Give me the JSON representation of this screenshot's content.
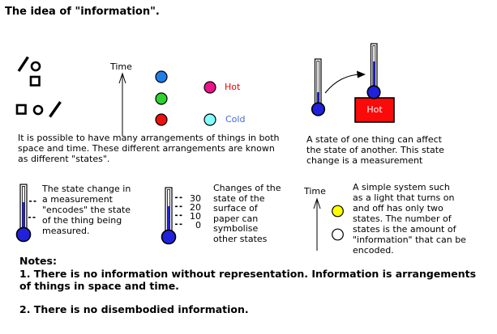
{
  "title": "The idea of \"information\".",
  "colors": {
    "state_blue": "#1E7FE8",
    "state_green": "#2ED22E",
    "state_red": "#EE0F0F",
    "hot_magenta": "#EE1289",
    "cold_cyan": "#84FFFF",
    "light_yellow": "#FFFF00",
    "light_white": "#FFFFFF",
    "thermo_blue": "#2121DC",
    "box_red": "#FB0A0A",
    "hot_text": "#EE0000",
    "cold_text": "#4169E1"
  },
  "labels": {
    "time_top": "Time",
    "time_bottom": "Time",
    "hot": "Hot",
    "cold": "Cold",
    "hot_box": "Hot"
  },
  "scale_ticks": [
    "30",
    "20",
    "10",
    "0"
  ],
  "captions": {
    "states": [
      "It is possible to have many arrangements of things in both",
      "space and time. These different arrangements are known",
      "as different \"states\"."
    ],
    "measurement": [
      "A state of one thing can affect",
      "the state of another. This state",
      "change is a measurement"
    ],
    "encode": [
      "The state change in",
      "a measurement",
      "\"encodes\" the state",
      "of the thing being",
      "measured."
    ],
    "paper": [
      "Changes of the",
      "state of the",
      "surface of",
      "paper can",
      "symbolise",
      "other states"
    ],
    "binary": [
      "A simple system such",
      "as a light that turns on",
      "and off has only two",
      "states. The number of",
      "states is the amount of",
      "\"information\" that can be",
      "encoded."
    ]
  },
  "notes": {
    "heading": "Notes:",
    "line1": "1. There is no information without representation. Information is arrangements",
    "line2": "of things in space and time.",
    "line3": "2. There is no disembodied information."
  }
}
